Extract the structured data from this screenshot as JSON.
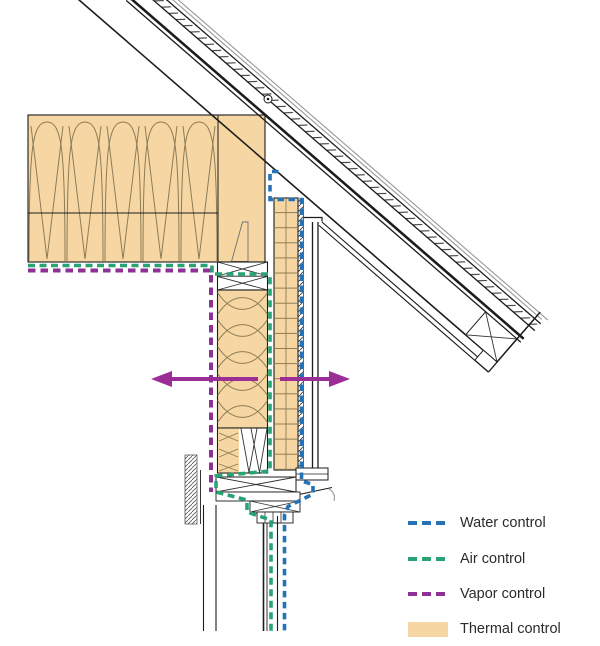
{
  "legend": {
    "items": [
      {
        "id": "water",
        "label": "Water control",
        "style": "dashed"
      },
      {
        "id": "air",
        "label": "Air control",
        "style": "dashed"
      },
      {
        "id": "vapor",
        "label": "Vapor control",
        "style": "dashed"
      },
      {
        "id": "thermal",
        "label": "Thermal control",
        "style": "fill"
      }
    ]
  },
  "colors": {
    "water": "#2473b6",
    "air": "#27a374",
    "vapor": "#8e3094",
    "arrow": "#9b2d96",
    "thermal": "#f6d7a3"
  }
}
